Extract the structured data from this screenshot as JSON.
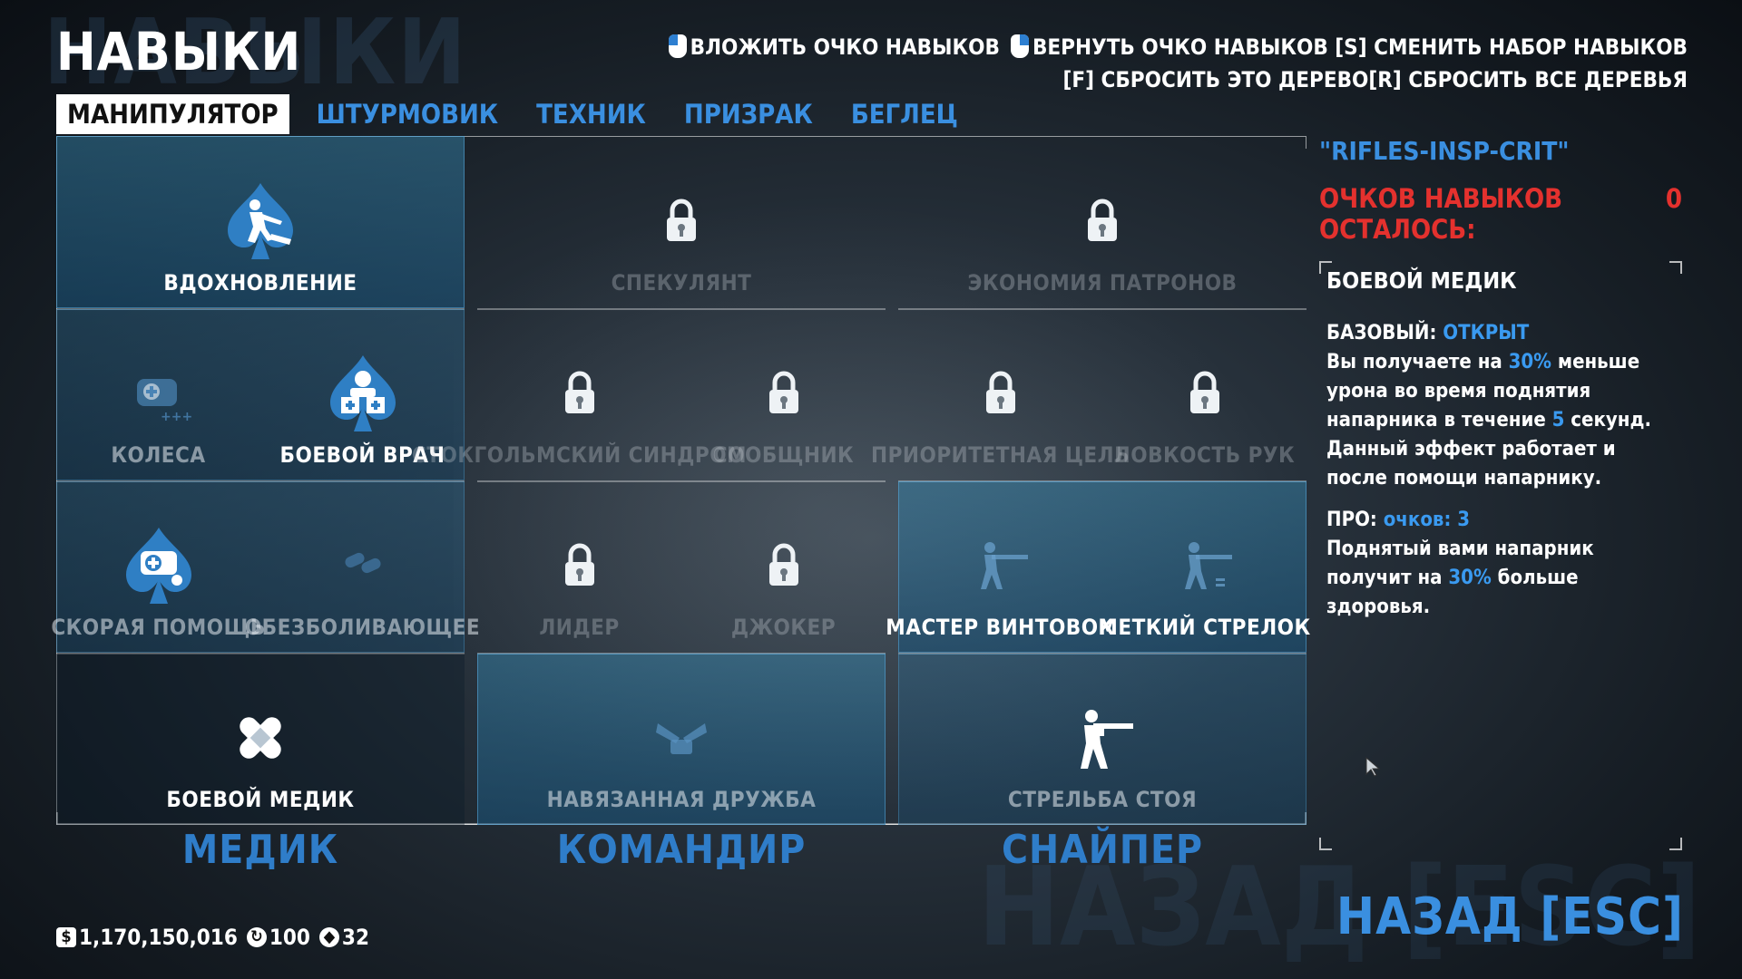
{
  "header": {
    "title": "НАВЫКИ",
    "watermark": "НАВЫКИ",
    "controls": {
      "invest": "ВЛОЖИТЬ ОЧКО НАВЫКОВ",
      "refund": "ВЕРНУТЬ ОЧКО НАВЫКОВ",
      "switch_set": "[S] СМЕНИТЬ НАБОР НАВЫКОВ",
      "reset_tree": "[F] СБРОСИТЬ ЭТО ДЕРЕВО",
      "reset_all": "[R] СБРОСИТЬ ВСЕ ДЕРЕВЬЯ"
    }
  },
  "tabs": [
    {
      "label": "МАНИПУЛЯТОР",
      "active": true
    },
    {
      "label": "ШТУРМОВИК",
      "active": false
    },
    {
      "label": "ТЕХНИК",
      "active": false
    },
    {
      "label": "ПРИЗРАК",
      "active": false
    },
    {
      "label": "БЕГЛЕЦ",
      "active": false
    }
  ],
  "trees": [
    {
      "name": "МЕДИК",
      "skills": [
        {
          "name": "ВДОХНОВЛЕНИЕ",
          "icon": "inspire-icon",
          "state": "owned"
        },
        {
          "name": "КОЛЕСА",
          "icon": "wheels-icon",
          "state": "available"
        },
        {
          "name": "БОЕВОЙ ВРАЧ",
          "icon": "combat-doctor-icon",
          "state": "owned"
        },
        {
          "name": "СКОРАЯ ПОМОЩЬ",
          "icon": "first-aid-icon",
          "state": "owned"
        },
        {
          "name": "ОБЕЗБОЛИВАЮЩЕЕ",
          "icon": "painkiller-icon",
          "state": "available"
        },
        {
          "name": "БОЕВОЙ МЕДИК",
          "icon": "bandage-icon",
          "state": "selected"
        }
      ]
    },
    {
      "name": "КОМАНДИР",
      "skills": [
        {
          "name": "СПЕКУЛЯНТ",
          "icon": "lock-icon",
          "state": "locked"
        },
        {
          "name": "СТОКГОЛЬМСКИЙ СИНДРОМ",
          "icon": "lock-icon",
          "state": "locked"
        },
        {
          "name": "СООБЩНИК",
          "icon": "lock-icon",
          "state": "locked"
        },
        {
          "name": "ЛИДЕР",
          "icon": "lock-icon",
          "state": "locked"
        },
        {
          "name": "ДЖОКЕР",
          "icon": "lock-icon",
          "state": "locked"
        },
        {
          "name": "НАВЯЗАННАЯ ДРУЖБА",
          "icon": "forced-friendship-icon",
          "state": "available"
        }
      ]
    },
    {
      "name": "СНАЙПЕР",
      "skills": [
        {
          "name": "ЭКОНОМИЯ ПАТРОНОВ",
          "icon": "lock-icon",
          "state": "locked"
        },
        {
          "name": "ПРИОРИТЕТНАЯ ЦЕЛЬ",
          "icon": "lock-icon",
          "state": "locked"
        },
        {
          "name": "ЛОВКОСТЬ РУК",
          "icon": "lock-icon",
          "state": "locked"
        },
        {
          "name": "МАСТЕР ВИНТОВОК",
          "icon": "rifleman-icon",
          "state": "available"
        },
        {
          "name": "МЕТКИЙ СТРЕЛОК",
          "icon": "sharpshooter-icon",
          "state": "available"
        },
        {
          "name": "СТРЕЛЬБА СТОЯ",
          "icon": "stand-shooter-icon",
          "state": "owned"
        }
      ]
    }
  ],
  "side": {
    "build_name": "\"RIFLES-INSP-CRIT\"",
    "points_label": "ОЧКОВ НАВЫКОВ ОСТАЛОСЬ:",
    "points_value": "0",
    "skill_title": "БОЕВОЙ МЕДИК",
    "basic_label": "БАЗОВЫЙ:",
    "basic_status": "ОТКРЫТ",
    "basic_text_1": "Вы получаете на ",
    "basic_pct": "30%",
    "basic_text_2": " меньше урона во время поднятия напарника в течение ",
    "basic_secs": "5",
    "basic_text_3": " секунд. Данный эффект работает и после помощи напарнику.",
    "pro_label": "ПРО:",
    "pro_cost": "очков: 3",
    "pro_text_1": "Поднятый вами напарник получит на ",
    "pro_pct": "30%",
    "pro_text_2": " больше здоровья."
  },
  "footer": {
    "back_label": "НАЗАД [ESC]",
    "back_watermark": "НАЗАД [ESC]",
    "money": "1,170,150,016",
    "coins": "100",
    "points": "32"
  },
  "colors": {
    "accent_blue": "#3a8fe0",
    "points_red": "#e4312e",
    "tree_label": "#2f7dc9"
  }
}
